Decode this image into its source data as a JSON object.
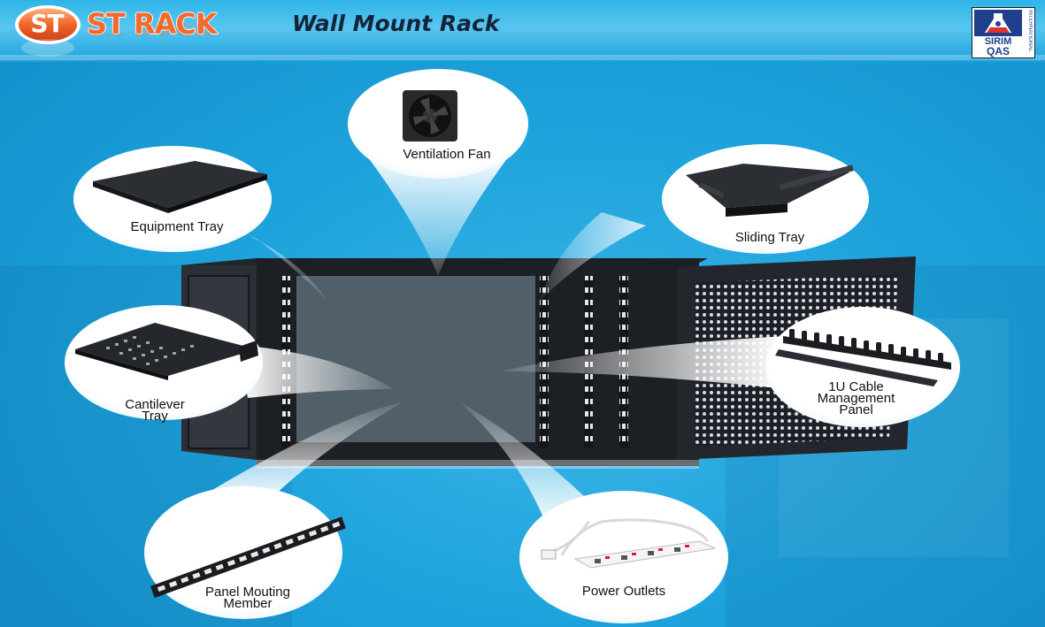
{
  "header": {
    "logo_mark": "ST",
    "brand": "ST RACK",
    "title": "Wall Mount Rack",
    "cert_top": "SIRIM",
    "cert_bottom": "QAS",
    "cert_side": "INTERNATIONAL"
  },
  "colors": {
    "background": "#1ea3dc",
    "logo_orange": "#f0642a",
    "rack_black": "#1c1f24",
    "bubble_white": "#ffffff"
  },
  "accessories": [
    {
      "label": "Ventilation Fan",
      "icon": "fan-icon"
    },
    {
      "label": "Equipment Tray",
      "icon": "tray-icon"
    },
    {
      "label": "Sliding Tray",
      "icon": "sliding-tray-icon"
    },
    {
      "label_line1": "Cantilever",
      "label_line2": "Tray",
      "icon": "cantilever-tray-icon"
    },
    {
      "label_line1": "1U Cable",
      "label_line2": "Management",
      "label_line3": "Panel",
      "icon": "cable-panel-icon"
    },
    {
      "label_line1": "Panel Mouting",
      "label_line2": "Member",
      "icon": "mounting-rail-icon"
    },
    {
      "label": "Power Outlets",
      "icon": "power-strip-icon"
    }
  ]
}
